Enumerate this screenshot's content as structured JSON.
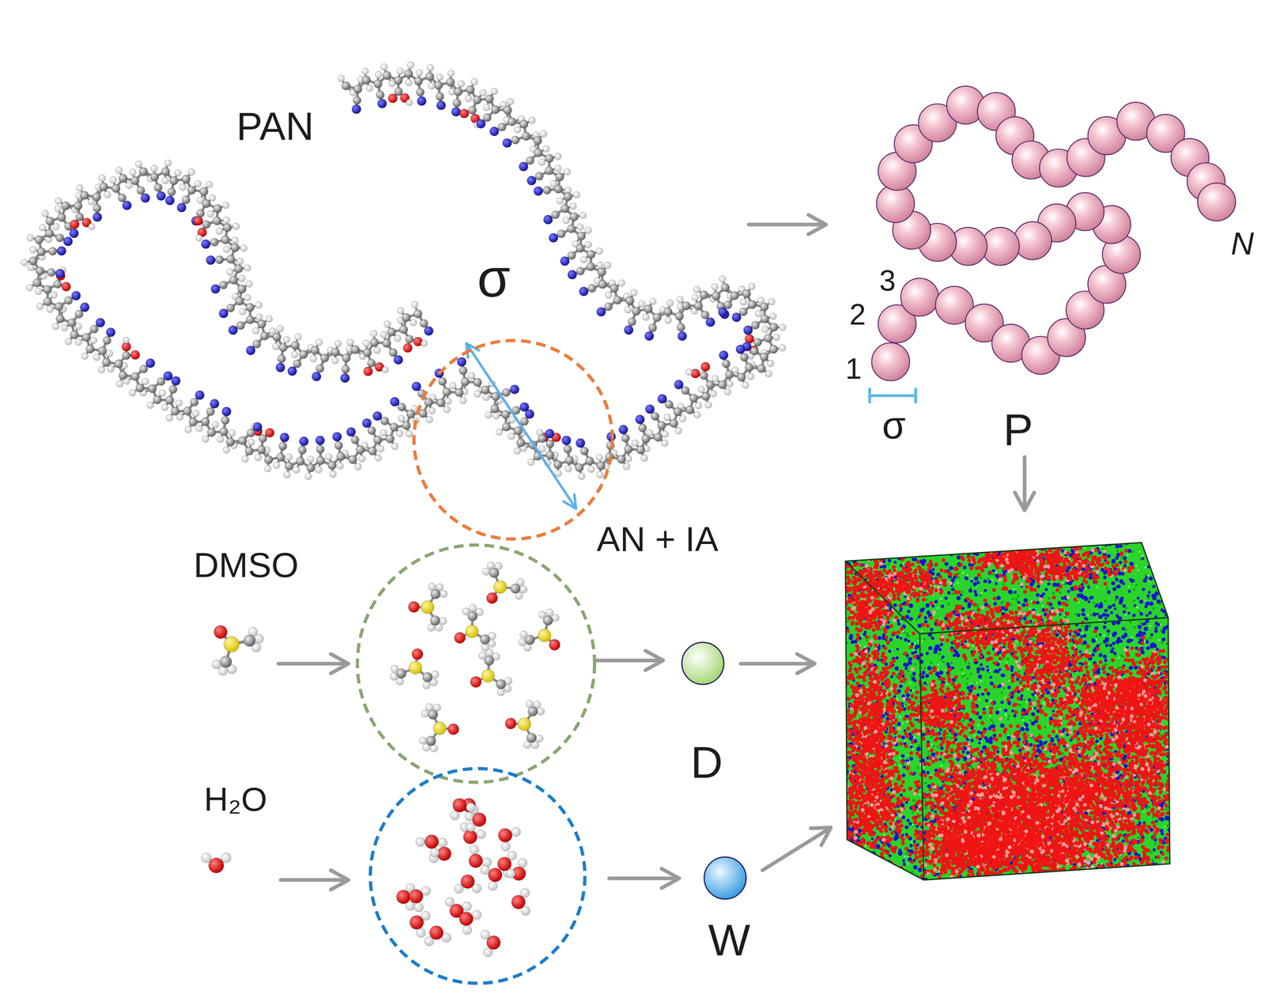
{
  "diagram": {
    "nodes": [
      {
        "text": [
          "σ"
        ]
      },
      {
        "text": [
          "D"
        ]
      },
      {
        "text": [
          "W"
        ]
      }
    ],
    "labels": [
      "PAN",
      "DMSO",
      "H₂O",
      "AN + IA",
      "1",
      "2",
      "3",
      "σ",
      "N",
      "P"
    ]
  }
}
